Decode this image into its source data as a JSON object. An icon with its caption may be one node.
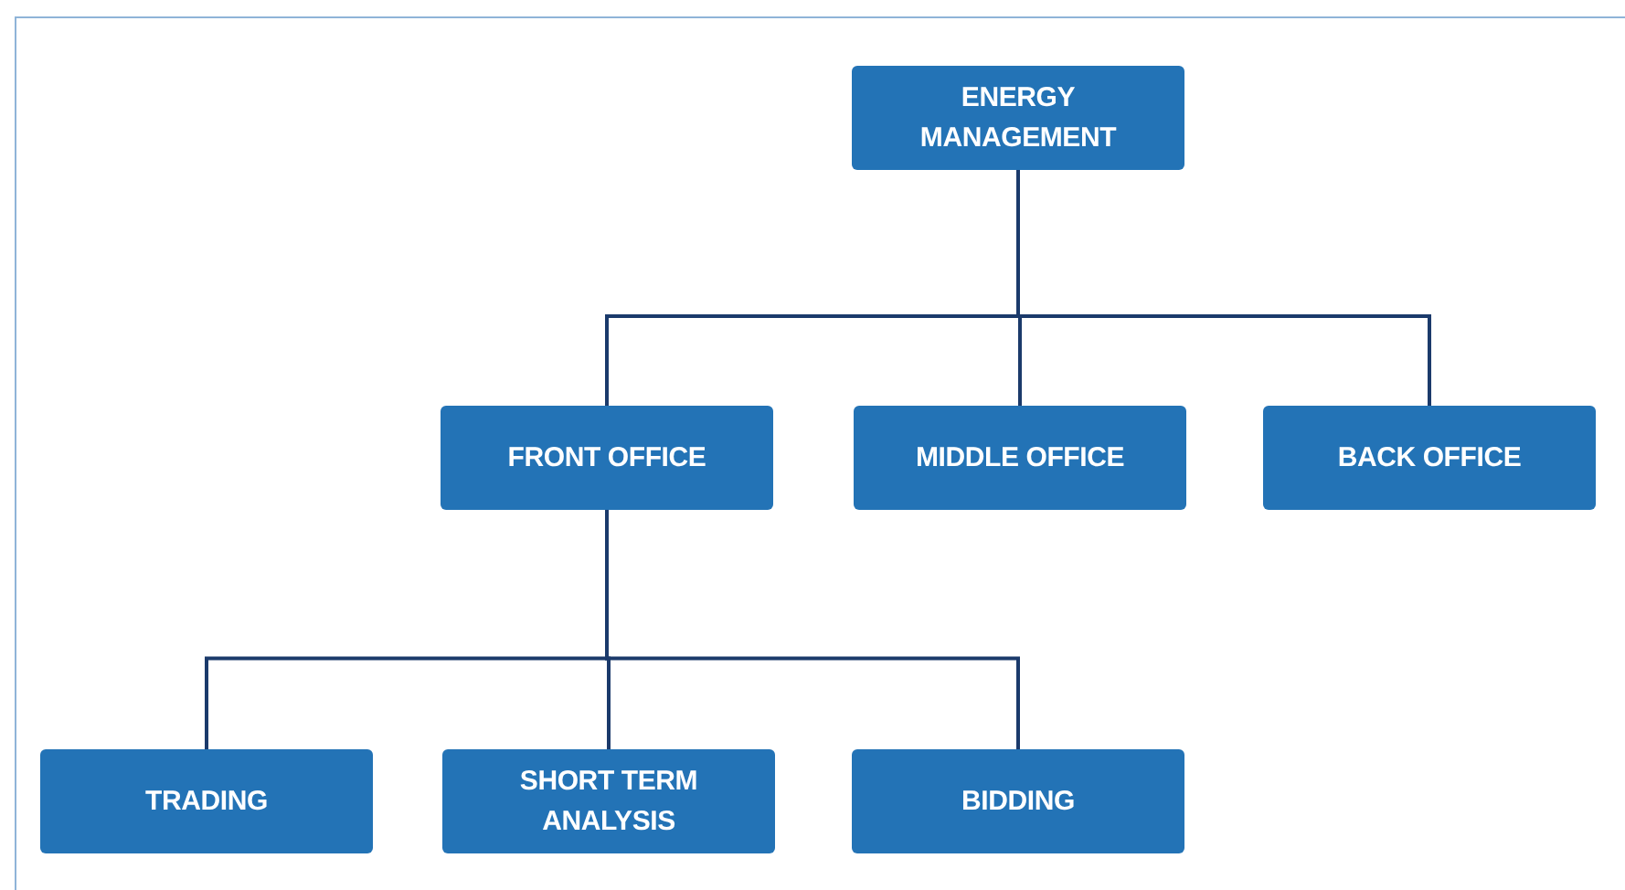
{
  "diagram": {
    "nodes": [
      {
        "text": [
          "ENERGY MANAGEMENT"
        ]
      },
      {
        "text": [
          "FRONT OFFICE"
        ]
      },
      {
        "text": [
          "MIDDLE OFFICE"
        ]
      },
      {
        "text": [
          "BACK OFFICE"
        ]
      },
      {
        "text": [
          "TRADING"
        ]
      },
      {
        "text": [
          "SHORT TERM ANALYSIS"
        ]
      },
      {
        "text": [
          "BIDDING"
        ]
      }
    ],
    "edges": [
      {
        "from": 0,
        "to": 1,
        "arrow": "none"
      },
      {
        "from": 0,
        "to": 2,
        "arrow": "none"
      },
      {
        "from": 0,
        "to": 3,
        "arrow": "none"
      },
      {
        "from": 1,
        "to": 4,
        "arrow": "none"
      },
      {
        "from": 1,
        "to": 5,
        "arrow": "none"
      },
      {
        "from": 1,
        "to": 6,
        "arrow": "none"
      }
    ]
  }
}
